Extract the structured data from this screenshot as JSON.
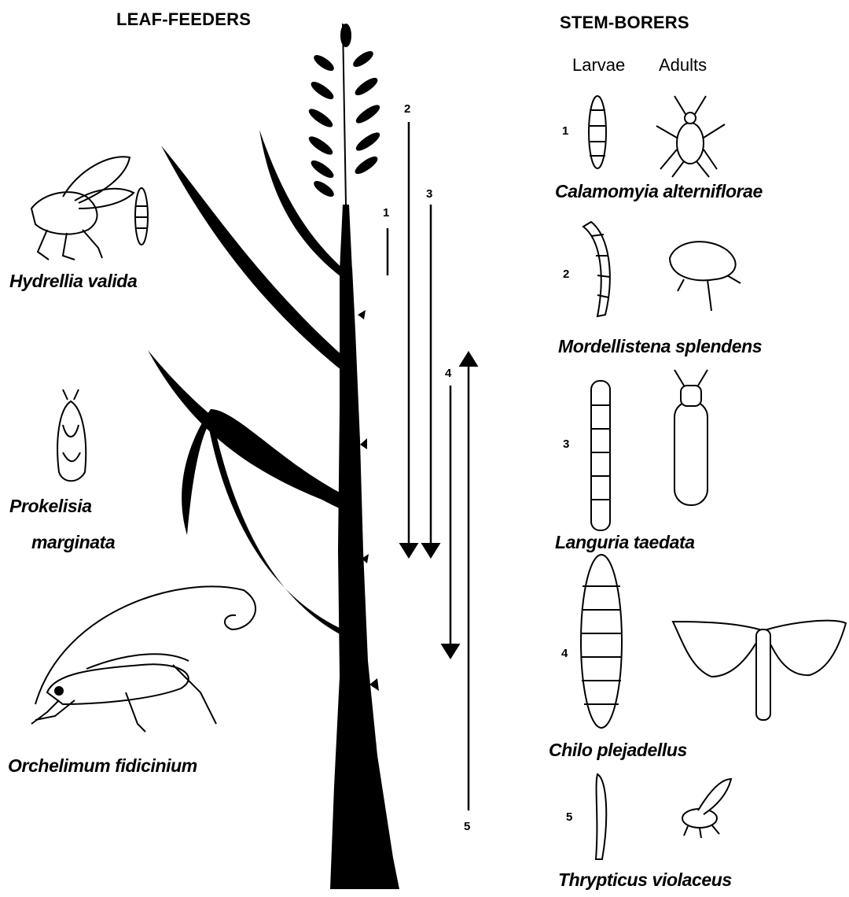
{
  "headings": {
    "leaf_feeders": "LEAF-FEEDERS",
    "stem_borers": "STEM-BORERS"
  },
  "columns": {
    "larvae": "Larvae",
    "adults": "Adults"
  },
  "leaf_feeders": [
    {
      "name": "Hydrellia valida"
    },
    {
      "name_line1": "Prokelisia",
      "name_line2": "marginata"
    },
    {
      "name": "Orchelimum fidicinium"
    }
  ],
  "stem_borers": [
    {
      "num": "1",
      "name": "Calamomyia alterniflorae"
    },
    {
      "num": "2",
      "name": "Mordellistena splendens"
    },
    {
      "num": "3",
      "name": "Languria taedata"
    },
    {
      "num": "4",
      "name": "Chilo plejadellus"
    },
    {
      "num": "5",
      "name": "Thrypticus violaceus"
    }
  ],
  "ranges": [
    {
      "label": "1"
    },
    {
      "label": "2"
    },
    {
      "label": "3"
    },
    {
      "label": "4"
    },
    {
      "label": "5"
    }
  ]
}
